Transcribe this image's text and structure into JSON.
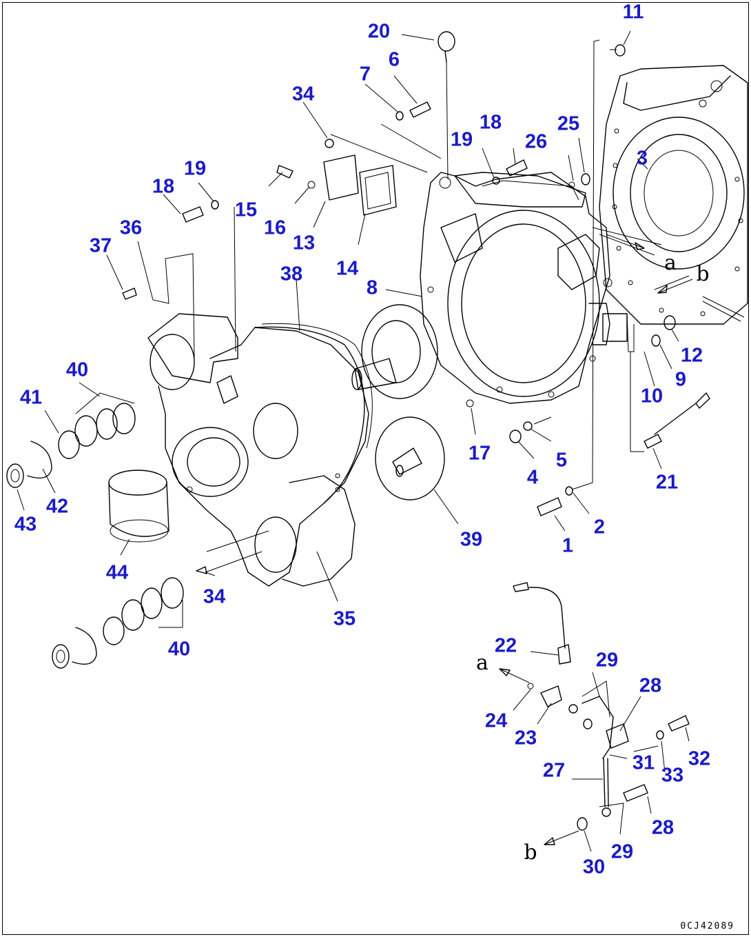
{
  "diagram": {
    "callouts": [
      {
        "id": "c1",
        "text": "1"
      },
      {
        "id": "c2",
        "text": "2"
      },
      {
        "id": "c3",
        "text": "3"
      },
      {
        "id": "c4",
        "text": "4"
      },
      {
        "id": "c5",
        "text": "5"
      },
      {
        "id": "c6",
        "text": "6"
      },
      {
        "id": "c7",
        "text": "7"
      },
      {
        "id": "c8",
        "text": "8"
      },
      {
        "id": "c9",
        "text": "9"
      },
      {
        "id": "c10",
        "text": "10"
      },
      {
        "id": "c11",
        "text": "11"
      },
      {
        "id": "c12",
        "text": "12"
      },
      {
        "id": "c13",
        "text": "13"
      },
      {
        "id": "c14",
        "text": "14"
      },
      {
        "id": "c15",
        "text": "15"
      },
      {
        "id": "c16",
        "text": "16"
      },
      {
        "id": "c17",
        "text": "17"
      },
      {
        "id": "c18a",
        "text": "18"
      },
      {
        "id": "c18b",
        "text": "18"
      },
      {
        "id": "c19a",
        "text": "19"
      },
      {
        "id": "c19b",
        "text": "19"
      },
      {
        "id": "c20",
        "text": "20"
      },
      {
        "id": "c21",
        "text": "21"
      },
      {
        "id": "c22",
        "text": "22"
      },
      {
        "id": "c23",
        "text": "23"
      },
      {
        "id": "c24",
        "text": "24"
      },
      {
        "id": "c25",
        "text": "25"
      },
      {
        "id": "c26",
        "text": "26"
      },
      {
        "id": "c27",
        "text": "27"
      },
      {
        "id": "c28a",
        "text": "28"
      },
      {
        "id": "c28b",
        "text": "28"
      },
      {
        "id": "c29a",
        "text": "29"
      },
      {
        "id": "c29b",
        "text": "29"
      },
      {
        "id": "c30",
        "text": "30"
      },
      {
        "id": "c31",
        "text": "31"
      },
      {
        "id": "c32",
        "text": "32"
      },
      {
        "id": "c33",
        "text": "33"
      },
      {
        "id": "c34a",
        "text": "34"
      },
      {
        "id": "c34b",
        "text": "34"
      },
      {
        "id": "c35",
        "text": "35"
      },
      {
        "id": "c36",
        "text": "36"
      },
      {
        "id": "c37",
        "text": "37"
      },
      {
        "id": "c38",
        "text": "38"
      },
      {
        "id": "c39",
        "text": "39"
      },
      {
        "id": "c40a",
        "text": "40"
      },
      {
        "id": "c40b",
        "text": "40"
      },
      {
        "id": "c41",
        "text": "41"
      },
      {
        "id": "c42",
        "text": "42"
      },
      {
        "id": "c43",
        "text": "43"
      },
      {
        "id": "c44",
        "text": "44"
      }
    ],
    "connection_markers": [
      {
        "id": "ma1",
        "text": "a"
      },
      {
        "id": "mb1",
        "text": "b"
      },
      {
        "id": "ma2",
        "text": "a"
      },
      {
        "id": "mb2",
        "text": "b"
      }
    ],
    "drawing_code": "0CJ42089",
    "callout_color": "#1a1ac8",
    "line_color": "#000000"
  }
}
